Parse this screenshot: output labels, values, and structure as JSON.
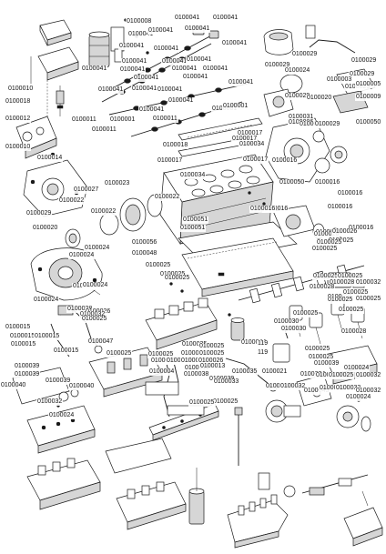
{
  "callouts": [
    {
      "id": "c1",
      "text": "0100008"
    },
    {
      "id": "c2",
      "text": "0100041"
    },
    {
      "id": "c3",
      "text": "0100041"
    },
    {
      "id": "c4",
      "text": "0100041"
    },
    {
      "id": "c5",
      "text": "0100041"
    },
    {
      "id": "c6",
      "text": "0100041"
    },
    {
      "id": "c7",
      "text": "0100041"
    },
    {
      "id": "c8",
      "text": "0100041"
    },
    {
      "id": "c9",
      "text": "0100041"
    },
    {
      "id": "c10",
      "text": "0100041"
    },
    {
      "id": "c11",
      "text": "0100041"
    },
    {
      "id": "c12",
      "text": "0100041"
    },
    {
      "id": "c13",
      "text": "0100041"
    },
    {
      "id": "c14",
      "text": "0100041"
    },
    {
      "id": "c15",
      "text": "0100041"
    },
    {
      "id": "c16",
      "text": "0100041"
    },
    {
      "id": "c17",
      "text": "0100041"
    },
    {
      "id": "c18",
      "text": "0100041"
    },
    {
      "id": "c19",
      "text": "0100041"
    },
    {
      "id": "c20",
      "text": "0100041"
    },
    {
      "id": "c21",
      "text": "0100041"
    },
    {
      "id": "c22",
      "text": "0100041"
    },
    {
      "id": "c23",
      "text": "0100041"
    },
    {
      "id": "c24",
      "text": "0100041"
    },
    {
      "id": "c25",
      "text": "0100001"
    },
    {
      "id": "c26",
      "text": "0100001"
    },
    {
      "id": "c27",
      "text": "0100001"
    },
    {
      "id": "c28",
      "text": "0100011"
    },
    {
      "id": "c29",
      "text": "0100011"
    },
    {
      "id": "c30",
      "text": "0100018"
    },
    {
      "id": "c31",
      "text": "0100017"
    },
    {
      "id": "c32",
      "text": "0100017"
    },
    {
      "id": "c33",
      "text": "0100017"
    },
    {
      "id": "c34",
      "text": "0100017"
    },
    {
      "id": "c35",
      "text": "0100034"
    },
    {
      "id": "c36",
      "text": "0100034"
    },
    {
      "id": "c37",
      "text": "0100010"
    },
    {
      "id": "c38",
      "text": "0100018"
    },
    {
      "id": "c39",
      "text": "0100012"
    },
    {
      "id": "c40",
      "text": "0100011"
    },
    {
      "id": "c41",
      "text": "0100010"
    },
    {
      "id": "c42",
      "text": "0100014"
    },
    {
      "id": "c43",
      "text": "0100023"
    },
    {
      "id": "c44",
      "text": "0100027"
    },
    {
      "id": "c45",
      "text": "0100029"
    },
    {
      "id": "c46",
      "text": "0100022"
    },
    {
      "id": "c47",
      "text": "0100022"
    },
    {
      "id": "c48",
      "text": "0100022"
    },
    {
      "id": "c49",
      "text": "0100051"
    },
    {
      "id": "c50",
      "text": "0100051"
    },
    {
      "id": "c51",
      "text": "0100056"
    },
    {
      "id": "c52",
      "text": "0100048"
    },
    {
      "id": "c53",
      "text": "0100024"
    },
    {
      "id": "c54",
      "text": "0100020"
    },
    {
      "id": "c55",
      "text": "0100024"
    },
    {
      "id": "c56",
      "text": "0100024"
    },
    {
      "id": "c57",
      "text": "0100024"
    },
    {
      "id": "c58",
      "text": "0100024"
    },
    {
      "id": "c59",
      "text": "0100029"
    },
    {
      "id": "c60",
      "text": "0100029"
    },
    {
      "id": "c61",
      "text": "0100029"
    },
    {
      "id": "c62",
      "text": "0100024"
    },
    {
      "id": "c63",
      "text": "0100029"
    },
    {
      "id": "c64",
      "text": "0100003"
    },
    {
      "id": "c65",
      "text": "0100029"
    },
    {
      "id": "c66",
      "text": "0100029"
    },
    {
      "id": "c67",
      "text": "0100020"
    },
    {
      "id": "c68",
      "text": "0100009"
    },
    {
      "id": "c69",
      "text": "0100005"
    },
    {
      "id": "c70",
      "text": "0100031"
    },
    {
      "id": "c71",
      "text": "0100006"
    },
    {
      "id": "c72",
      "text": "0100032"
    },
    {
      "id": "c73",
      "text": "0100029"
    },
    {
      "id": "c74",
      "text": "0100050"
    },
    {
      "id": "c75",
      "text": "0100016"
    },
    {
      "id": "c76",
      "text": "0100016"
    },
    {
      "id": "c77",
      "text": "0100050"
    },
    {
      "id": "c78",
      "text": "0100016"
    },
    {
      "id": "c79",
      "text": "0100016"
    },
    {
      "id": "c80",
      "text": "0100016"
    },
    {
      "id": "c81",
      "text": "0100016"
    },
    {
      "id": "c82",
      "text": "0100016"
    },
    {
      "id": "c83",
      "text": "0100016"
    },
    {
      "id": "c84",
      "text": "0100026"
    },
    {
      "id": "c85",
      "text": "0100026"
    },
    {
      "id": "c86",
      "text": "0100026"
    },
    {
      "id": "c87",
      "text": "0100025"
    },
    {
      "id": "c88",
      "text": "0100025"
    },
    {
      "id": "c89",
      "text": "0100025"
    },
    {
      "id": "c90",
      "text": "0100025"
    },
    {
      "id": "c91",
      "text": "0100025"
    },
    {
      "id": "c92",
      "text": "0100025"
    },
    {
      "id": "c93",
      "text": "0100025"
    },
    {
      "id": "c94",
      "text": "0100025"
    },
    {
      "id": "c95",
      "text": "0100028"
    },
    {
      "id": "c96",
      "text": "0100032"
    },
    {
      "id": "c97",
      "text": "0100028"
    },
    {
      "id": "c98",
      "text": "0100025"
    },
    {
      "id": "c99",
      "text": "0100025"
    },
    {
      "id": "c100",
      "text": "0100025"
    },
    {
      "id": "c101",
      "text": "0100025"
    },
    {
      "id": "c102",
      "text": "0100025"
    },
    {
      "id": "c103",
      "text": "0100025"
    },
    {
      "id": "c104",
      "text": "0100028"
    },
    {
      "id": "c105",
      "text": "0100030"
    },
    {
      "id": "c106",
      "text": "0100030"
    },
    {
      "id": "c107",
      "text": "0100028"
    },
    {
      "id": "c108",
      "text": "0100026"
    },
    {
      "id": "c109",
      "text": "0100032"
    },
    {
      "id": "c110",
      "text": "0100025"
    },
    {
      "id": "c111",
      "text": "0100015"
    },
    {
      "id": "c112",
      "text": "0100015"
    },
    {
      "id": "c113",
      "text": "0100015"
    },
    {
      "id": "c114",
      "text": "0100015"
    },
    {
      "id": "c115",
      "text": "0100015"
    },
    {
      "id": "c116",
      "text": "0100047"
    },
    {
      "id": "c117",
      "text": "0100025"
    },
    {
      "id": "c118",
      "text": "0100025"
    },
    {
      "id": "c119",
      "text": "0100025"
    },
    {
      "id": "c120",
      "text": "0100025"
    },
    {
      "id": "c121",
      "text": "0100026"
    },
    {
      "id": "c122",
      "text": "0100025"
    },
    {
      "id": "c123",
      "text": "0100025"
    },
    {
      "id": "c124",
      "text": "0100025"
    },
    {
      "id": "c125",
      "text": "0100026"
    },
    {
      "id": "c126",
      "text": "0100026"
    },
    {
      "id": "c127",
      "text": "0100044"
    },
    {
      "id": "c128",
      "text": "119"
    },
    {
      "id": "c129",
      "text": "119"
    },
    {
      "id": "c130",
      "text": "0100035"
    },
    {
      "id": "c131",
      "text": "0100021"
    },
    {
      "id": "c132",
      "text": "0100039"
    },
    {
      "id": "c133",
      "text": "0100039"
    },
    {
      "id": "c134",
      "text": "0100039"
    },
    {
      "id": "c135",
      "text": "0100039"
    },
    {
      "id": "c136",
      "text": "0100040"
    },
    {
      "id": "c137",
      "text": "0100040"
    },
    {
      "id": "c138",
      "text": "0100011"
    },
    {
      "id": "c139",
      "text": "0100013"
    },
    {
      "id": "c140",
      "text": "0100004"
    },
    {
      "id": "c141",
      "text": "0100038"
    },
    {
      "id": "c142",
      "text": "0100033"
    },
    {
      "id": "c143",
      "text": "0100025"
    },
    {
      "id": "c144",
      "text": "0100025"
    },
    {
      "id": "c145",
      "text": "0100039"
    },
    {
      "id": "c146",
      "text": "0100024"
    },
    {
      "id": "c147",
      "text": "0100024"
    },
    {
      "id": "c148",
      "text": "0100025"
    },
    {
      "id": "c149",
      "text": "0100025"
    },
    {
      "id": "c150",
      "text": "0100032"
    },
    {
      "id": "c151",
      "text": "0100038"
    },
    {
      "id": "c152",
      "text": "0100032"
    },
    {
      "id": "c153",
      "text": "0100045"
    },
    {
      "id": "c154",
      "text": "0100043"
    },
    {
      "id": "c155",
      "text": "0100032"
    },
    {
      "id": "c156",
      "text": "0100032"
    },
    {
      "id": "c157",
      "text": "0100024"
    },
    {
      "id": "c158",
      "text": "0100025"
    },
    {
      "id": "c159",
      "text": "0100025"
    },
    {
      "id": "c160",
      "text": "0100032"
    },
    {
      "id": "c161",
      "text": "0100024"
    }
  ]
}
